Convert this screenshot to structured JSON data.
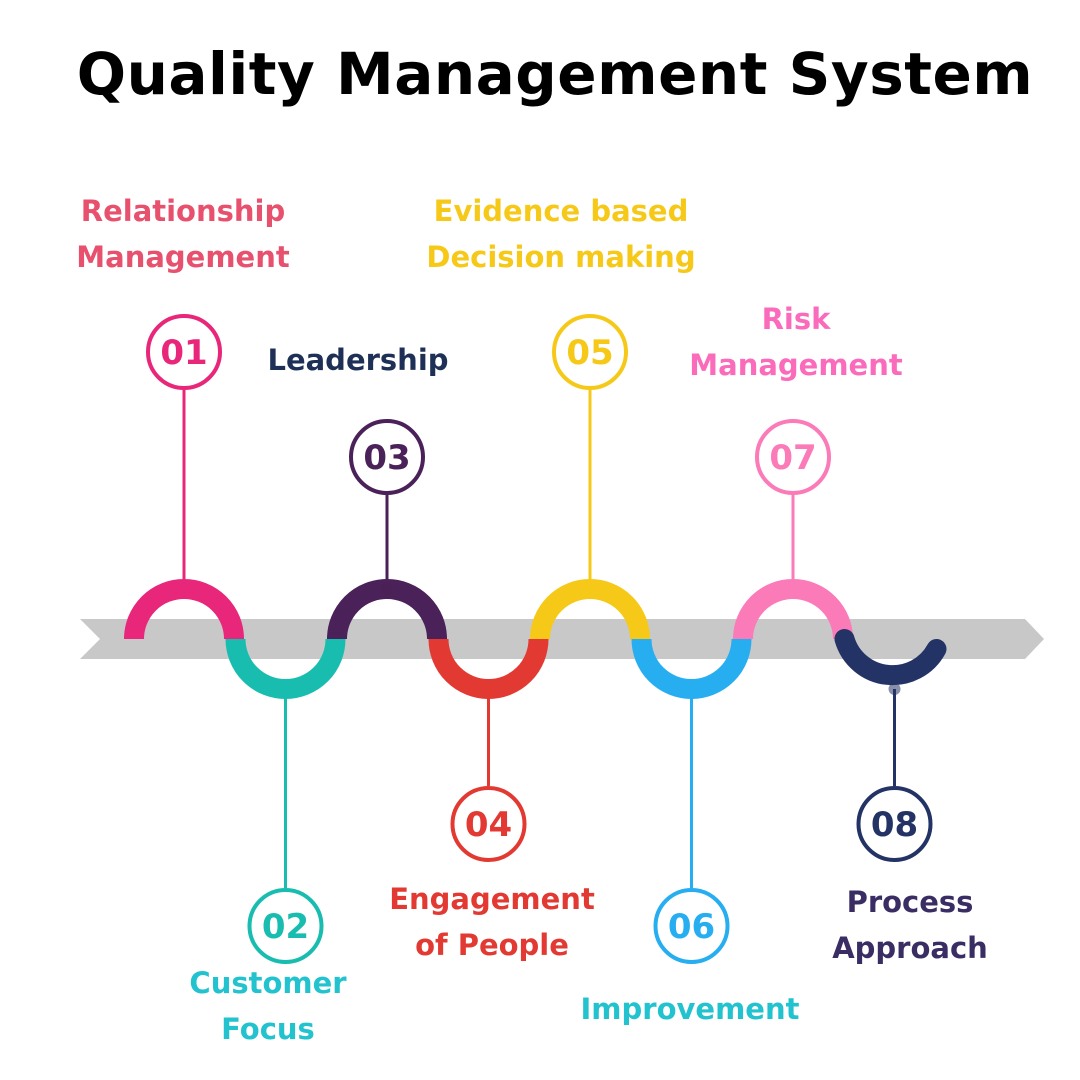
{
  "title": "Quality Management System",
  "steps": [
    {
      "number": "01",
      "lines": [
        "Relationship",
        "Management"
      ],
      "color": "#e8267a",
      "label_color": "#e8516e"
    },
    {
      "number": "02",
      "lines": [
        "Customer",
        "Focus"
      ],
      "color": "#19bdb0",
      "label_color": "#22c3cf"
    },
    {
      "number": "03",
      "lines": [
        "Leadership"
      ],
      "color": "#4a2158",
      "label_color": "#1f3056"
    },
    {
      "number": "04",
      "lines": [
        "Engagement",
        "of People"
      ],
      "color": "#e23a32",
      "label_color": "#e23a32"
    },
    {
      "number": "05",
      "lines": [
        "Evidence based",
        "Decision making"
      ],
      "color": "#f6c919",
      "label_color": "#f6c919"
    },
    {
      "number": "06",
      "lines": [
        "Improvement"
      ],
      "color": "#27aef0",
      "label_color": "#22c3cf"
    },
    {
      "number": "07",
      "lines": [
        "Risk",
        "Management"
      ],
      "color": "#fb7ab8",
      "label_color": "#fb6bbb"
    },
    {
      "number": "08",
      "lines": [
        "Process",
        "Approach"
      ],
      "color": "#243365",
      "label_color": "#3a2d63"
    }
  ],
  "arrow_color": "#c8c8c8"
}
